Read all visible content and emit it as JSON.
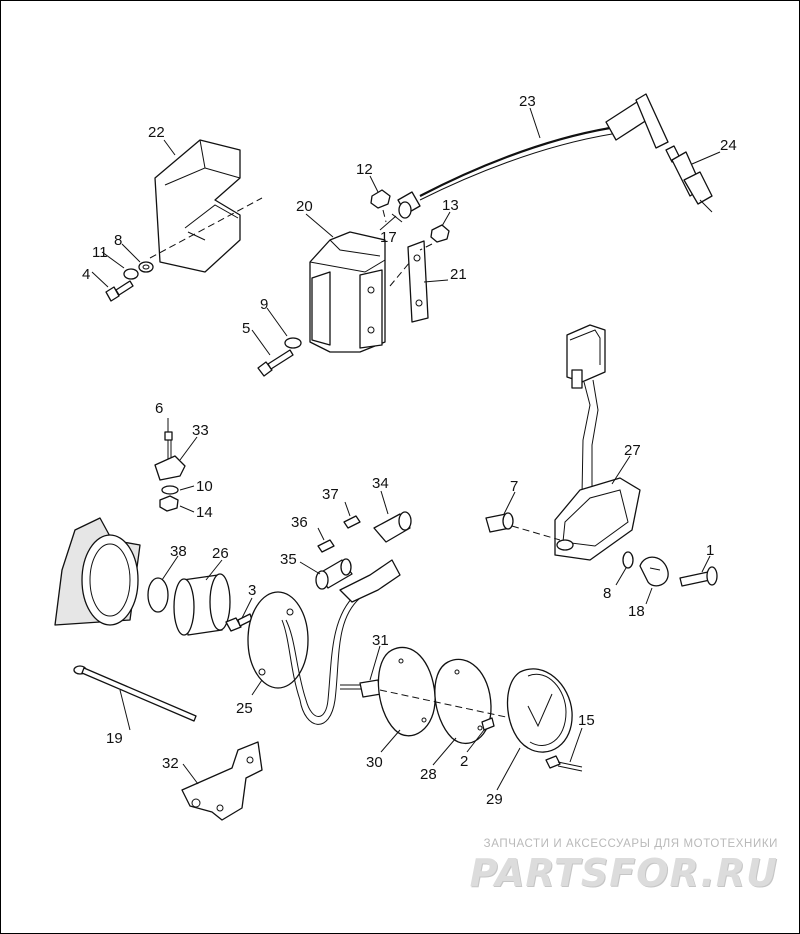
{
  "callouts": {
    "c1": "1",
    "c2": "2",
    "c3": "3",
    "c4": "4",
    "c5": "5",
    "c6": "6",
    "c7": "7",
    "c8a": "8",
    "c8b": "8",
    "c9": "9",
    "c10": "10",
    "c11": "11",
    "c12": "12",
    "c13": "13",
    "c14": "14",
    "c15": "15",
    "c17": "17",
    "c18": "18",
    "c19": "19",
    "c20": "20",
    "c21": "21",
    "c22": "22",
    "c23": "23",
    "c24": "24",
    "c25": "25",
    "c26": "26",
    "c27": "27",
    "c28": "28",
    "c29": "29",
    "c30": "30",
    "c31": "31",
    "c32": "32",
    "c33": "33",
    "c34": "34",
    "c35": "35",
    "c36": "36",
    "c37": "37",
    "c38": "38"
  },
  "watermark": {
    "tagline": "ЗАПЧАСТИ И АКСЕССУАРЫ ДЛЯ МОТОТЕХНИКИ",
    "brand": "PARTSFOR.RU"
  },
  "colors": {
    "line": "#111111",
    "background": "#ffffff",
    "watermark": "#c8c8c8"
  }
}
